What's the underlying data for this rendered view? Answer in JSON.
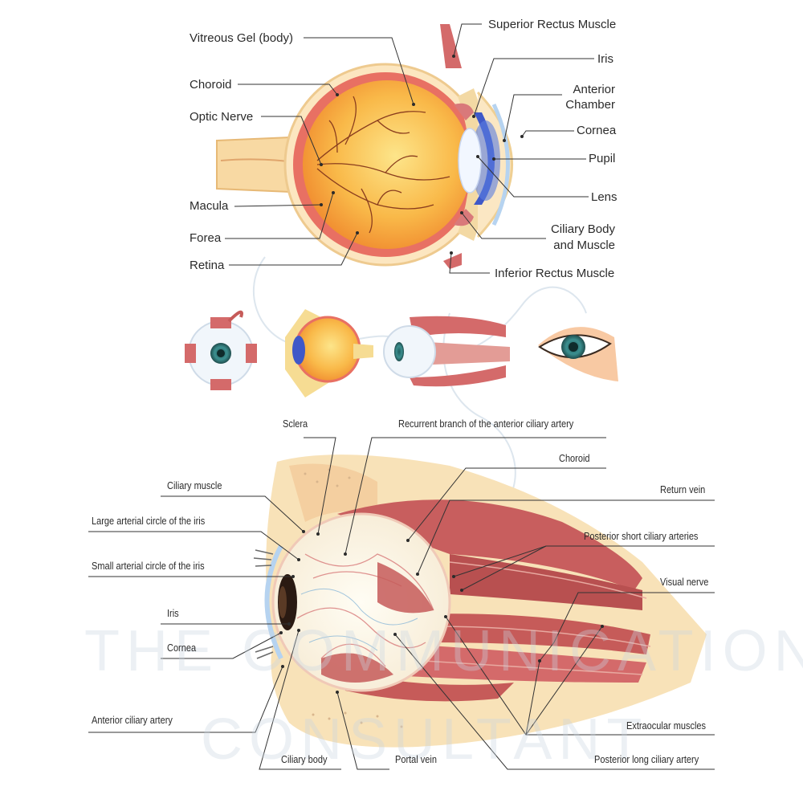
{
  "colors": {
    "eyeball": "#f7b64a",
    "muscle": "#c65b59",
    "iris_blue": "#3f58c8",
    "skin": "#f8e2b8",
    "leader_line": "#333333",
    "watermark": "#c9d6e2"
  },
  "top_diagram": {
    "labels": {
      "vitreous_gel": "Vitreous Gel (body)",
      "choroid": "Choroid",
      "optic_nerve": "Optic Nerve",
      "macula": "Macula",
      "forea": "Forea",
      "retina": "Retina",
      "superior_rectus": "Superior Rectus Muscle",
      "iris": "Iris",
      "anterior_chamber_1": "Anterior",
      "anterior_chamber_2": "Chamber",
      "cornea": "Cornea",
      "pupil": "Pupil",
      "lens": "Lens",
      "ciliary_body_1": "Ciliary Body",
      "ciliary_body_2": "and Muscle",
      "inferior_rectus": "Inferior Rectus Muscle"
    }
  },
  "bottom_diagram": {
    "labels": {
      "sclera": "Sclera",
      "recurrent_branch": "Recurrent branch of the anterior ciliary artery",
      "choroid": "Choroid",
      "ciliary_muscle": "Ciliary muscle",
      "return_vein": "Return vein",
      "large_arterial_circle": "Large arterial circle of the iris",
      "posterior_short_ciliary": "Posterior short ciliary arteries",
      "small_arterial_circle": "Small arterial circle of the iris",
      "visual_nerve": "Visual nerve",
      "iris": "Iris",
      "cornea": "Cornea",
      "anterior_ciliary_artery": "Anterior ciliary artery",
      "extraocular_muscles": "Extraocular muscles",
      "ciliary_body": "Ciliary body",
      "portal_vein": "Portal vein",
      "posterior_long_ciliary": "Posterior long ciliary artery"
    }
  },
  "watermark": {
    "line1": "THE COMMUNICATIONS",
    "line2": "CONSULTANT"
  }
}
